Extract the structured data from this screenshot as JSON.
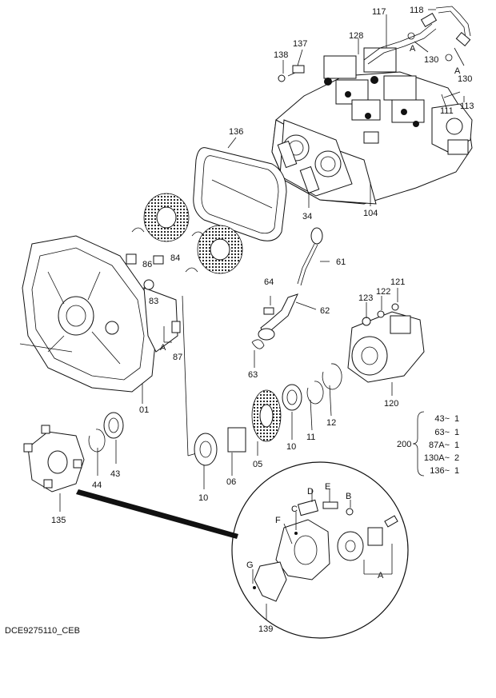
{
  "diagram": {
    "part_labels": {
      "p117": "117",
      "p118": "118",
      "p128": "128",
      "p137": "137",
      "p138": "138",
      "p130a": "130",
      "p130b": "130",
      "pA1": "A",
      "pA2": "A",
      "p111": "111",
      "p113": "113",
      "p136": "136",
      "p104": "104",
      "p34": "34",
      "p86": "86",
      "p84": "84",
      "p83": "83",
      "p87": "87",
      "pA3": "A",
      "p61": "61",
      "p64": "64",
      "p62": "62",
      "p123": "123",
      "p122": "122",
      "p121": "121",
      "p63": "63",
      "p01": "01",
      "p120": "120",
      "p12": "12",
      "p11": "11",
      "p10a": "10",
      "p05": "05",
      "p43": "43",
      "p44": "44",
      "p06": "06",
      "p10b": "10",
      "p135": "135",
      "pD": "D",
      "pE": "E",
      "pC": "C",
      "pB": "B",
      "pF": "F",
      "pG": "G",
      "pA4": "A",
      "p139": "139"
    },
    "kit": {
      "number": "200",
      "items": [
        {
          "part": "43~",
          "qty": "1"
        },
        {
          "part": "63~",
          "qty": "1"
        },
        {
          "part": "87A~",
          "qty": "1"
        },
        {
          "part": "130A~",
          "qty": "2"
        },
        {
          "part": "136~",
          "qty": "1"
        }
      ]
    },
    "drawing_code": "DCE9275110_CEB"
  }
}
